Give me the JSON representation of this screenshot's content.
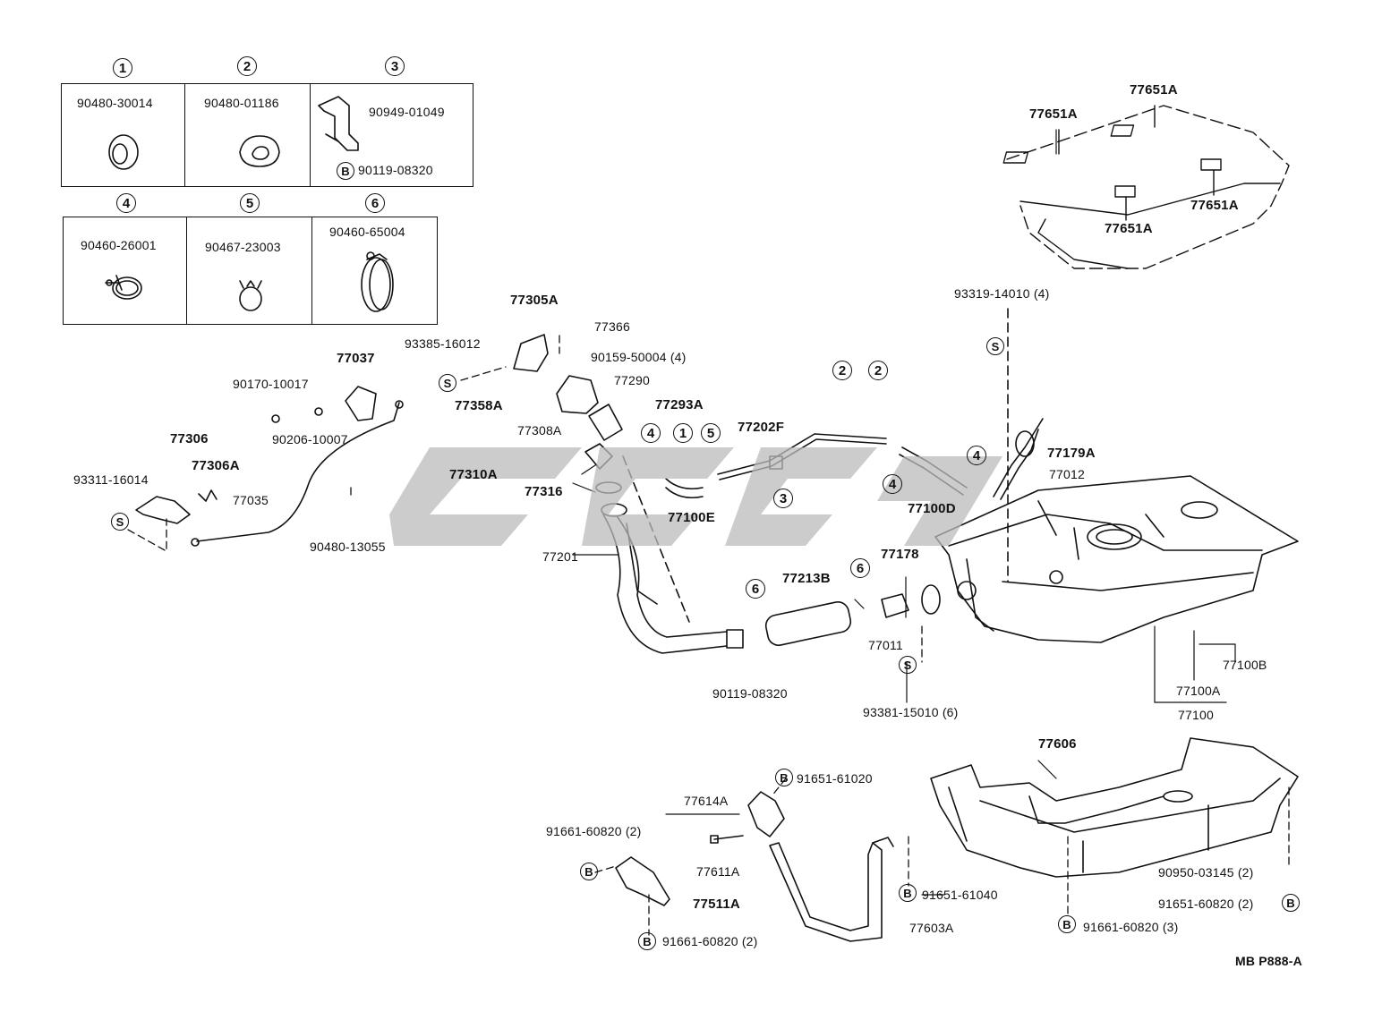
{
  "legend_top": [
    {
      "num": "1",
      "part": "90480-30014"
    },
    {
      "num": "2",
      "part": "90480-01186"
    },
    {
      "num": "3",
      "part": "90949-01049",
      "sub_symbol": "B",
      "sub_part": "90119-08320"
    }
  ],
  "legend_bottom": [
    {
      "num": "4",
      "part": "90460-26001"
    },
    {
      "num": "5",
      "part": "90467-23003"
    },
    {
      "num": "6",
      "part": "90460-65004"
    }
  ],
  "symbols": {
    "s": "S",
    "b": "B",
    "n1": "1",
    "n2": "2",
    "n3": "3",
    "n4": "4",
    "n5": "5",
    "n6": "6"
  },
  "labels": {
    "l77651a_1": "77651A",
    "l77651a_2": "77651A",
    "l77651a_3": "77651A",
    "l77651a_4": "77651A",
    "l93319": "93319-14010 (4)",
    "l77305a": "77305A",
    "l77366": "77366",
    "l93385": "93385-16012",
    "l90159": "90159-50004 (4)",
    "l77037": "77037",
    "l77290": "77290",
    "l90170": "90170-10017",
    "l77293a": "77293A",
    "l77358a": "77358A",
    "l77308a": "77308A",
    "l90206": "90206-10007",
    "l77306": "77306",
    "l77306a": "77306A",
    "l93311": "93311-16014",
    "l77310a": "77310A",
    "l77316": "77316",
    "l77035": "77035",
    "l90480_13055": "90480-13055",
    "l77202f": "77202F",
    "l77100e": "77100E",
    "l77100d": "77100D",
    "l77179a": "77179A",
    "l77012": "77012",
    "l77201": "77201",
    "l77178": "77178",
    "l77213b": "77213B",
    "l77011": "77011",
    "l90119_b": "90119-08320",
    "l93381": "93381-15010 (6)",
    "l77100b": "77100B",
    "l77100a": "77100A",
    "l77100": "77100",
    "l77606": "77606",
    "l91651_61020": "91651-61020",
    "l77614a": "77614A",
    "l91661_a": "91661-60820 (2)",
    "l77611a": "77611A",
    "l77511a": "77511A",
    "l91661_b": "91661-60820 (2)",
    "l91651_61040": "91651-61040",
    "l77603a": "77603A",
    "l91661_c": "91661-60820 (3)",
    "l90950": "90950-03145 (2)",
    "l91651_60820": "91651-60820 (2)",
    "code": "MB P888-A"
  }
}
